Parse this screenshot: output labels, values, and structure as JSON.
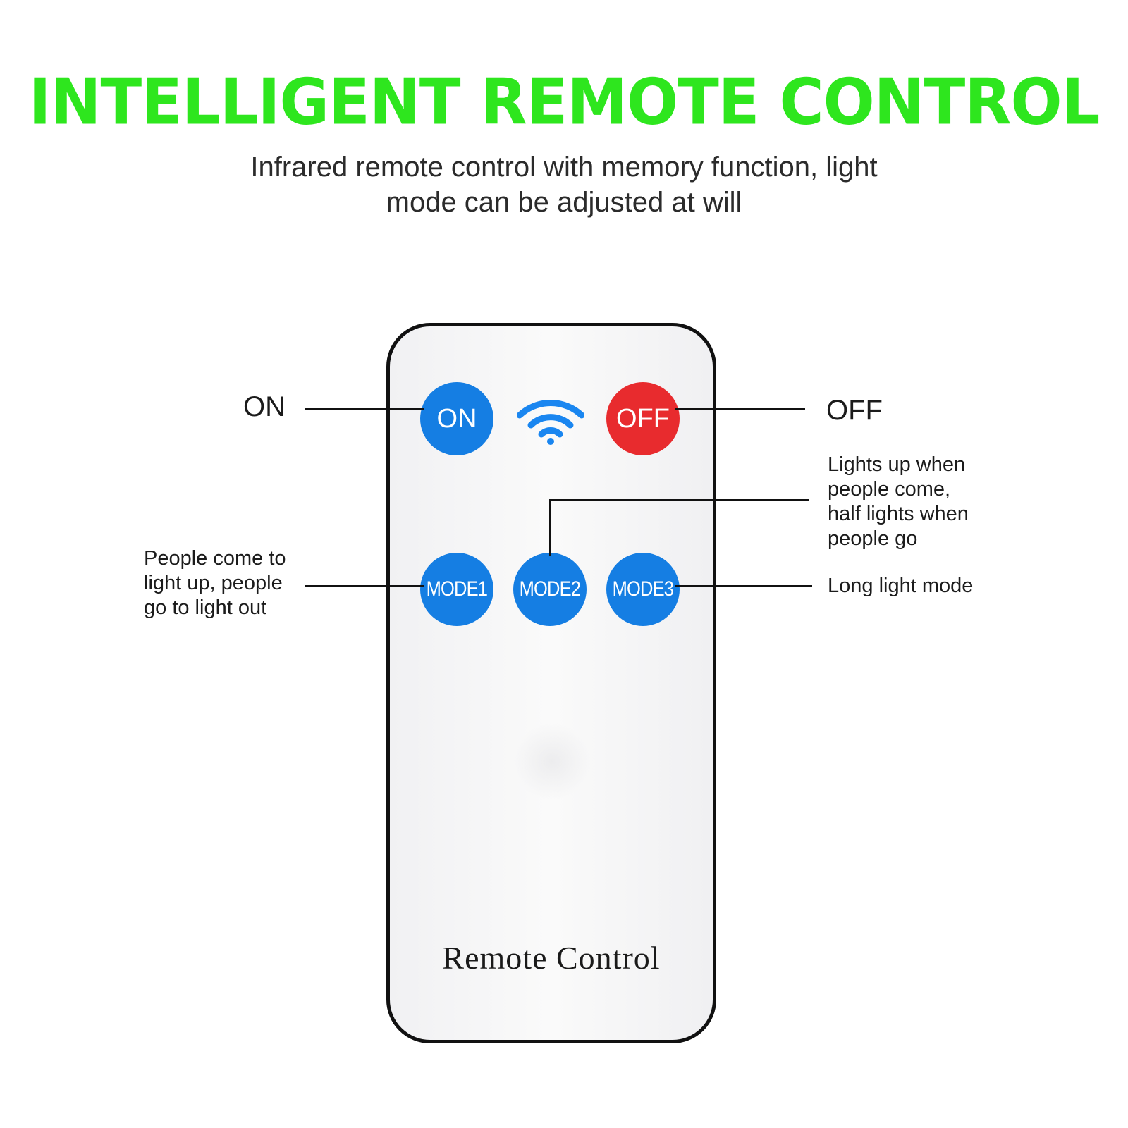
{
  "header": {
    "title": "INTELLIGENT REMOTE CONTROL",
    "subtitle_line1": "Infrared remote control with memory function, light",
    "subtitle_line2": "mode can be adjusted at will"
  },
  "remote": {
    "label": "Remote Control",
    "buttons": {
      "on": "ON",
      "off": "OFF",
      "mode1": "MODE1",
      "mode2": "MODE2",
      "mode3": "MODE3"
    }
  },
  "callouts": {
    "on": "ON",
    "off": "OFF",
    "mode1": [
      "People come to",
      "light up, people",
      "go to light out"
    ],
    "mode2": [
      "Lights up when",
      "people come,",
      "half lights when",
      "people go"
    ],
    "mode3": "Long light mode"
  },
  "icons": {
    "signal": "wifi-icon"
  },
  "colors": {
    "title": "#2ee61e",
    "button_blue": "#157ee3",
    "button_red": "#e82b2e",
    "wifi": "#1a86f0"
  }
}
